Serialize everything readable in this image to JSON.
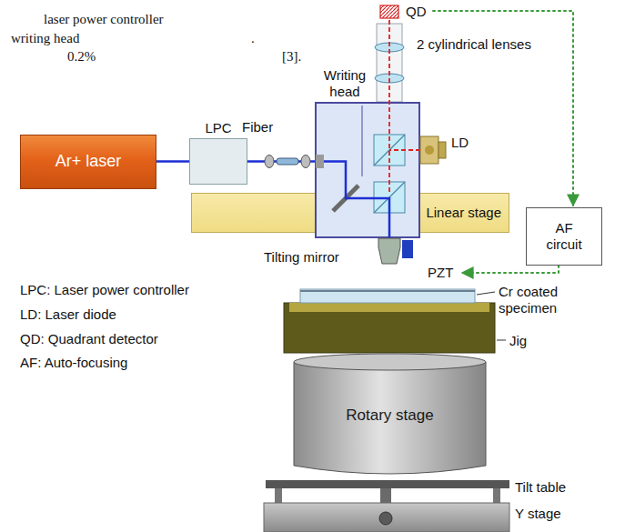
{
  "diagram": {
    "nodes": [
      {
        "text": [
          "Ar+ laser"
        ]
      },
      {
        "text": [
          "LPC"
        ]
      },
      {
        "text": [
          "Linear stage"
        ]
      },
      {
        "text": [
          "Writing head"
        ]
      },
      {
        "text": [
          "AF circuit"
        ]
      },
      {
        "text": [
          "Rotary stage"
        ]
      }
    ],
    "edges": [
      {
        "from": 0,
        "to": 1,
        "arrow": "none"
      },
      {
        "from": 1,
        "to": 3,
        "arrow": "none"
      }
    ],
    "labels": [
      "laser power controller",
      "writing head",
      ".",
      "0.2%",
      "[3].",
      "QD",
      "2 cylindrical lenses",
      "Fiber",
      "LD",
      "Tilting mirror",
      "PZT",
      "LPC: Laser power controller",
      "LD: Laser diode",
      "QD: Quadrant detector",
      "AF: Auto-focusing",
      "Cr coated specimen",
      "Jig",
      "Tilt table",
      "Y stage"
    ]
  }
}
